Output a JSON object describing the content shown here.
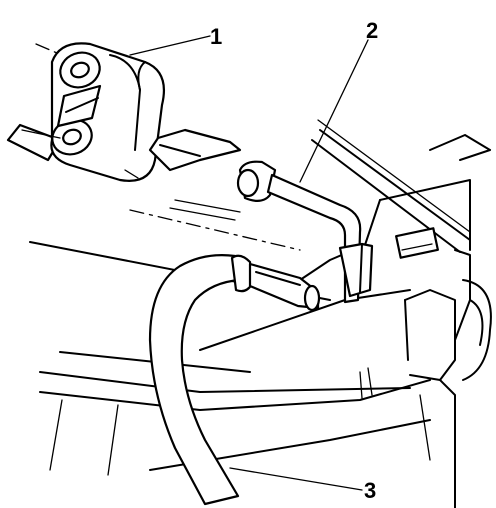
{
  "callouts": [
    {
      "id": "1",
      "label": "1"
    },
    {
      "id": "2",
      "label": "2"
    },
    {
      "id": "3",
      "label": "3"
    }
  ],
  "colors": {
    "ink": "#000000",
    "paper": "#ffffff"
  }
}
